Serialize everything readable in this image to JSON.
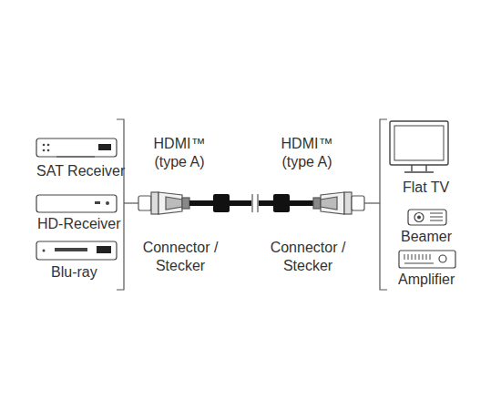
{
  "diagram": {
    "labels": [
      "SAT Receiver",
      "HD-Receiver",
      "Blu-ray",
      "HDMI™ (type A)",
      "HDMI™ (type A)",
      "Connector / Stecker",
      "Connector / Stecker",
      "Flat TV",
      "Beamer",
      "Amplifier"
    ]
  }
}
